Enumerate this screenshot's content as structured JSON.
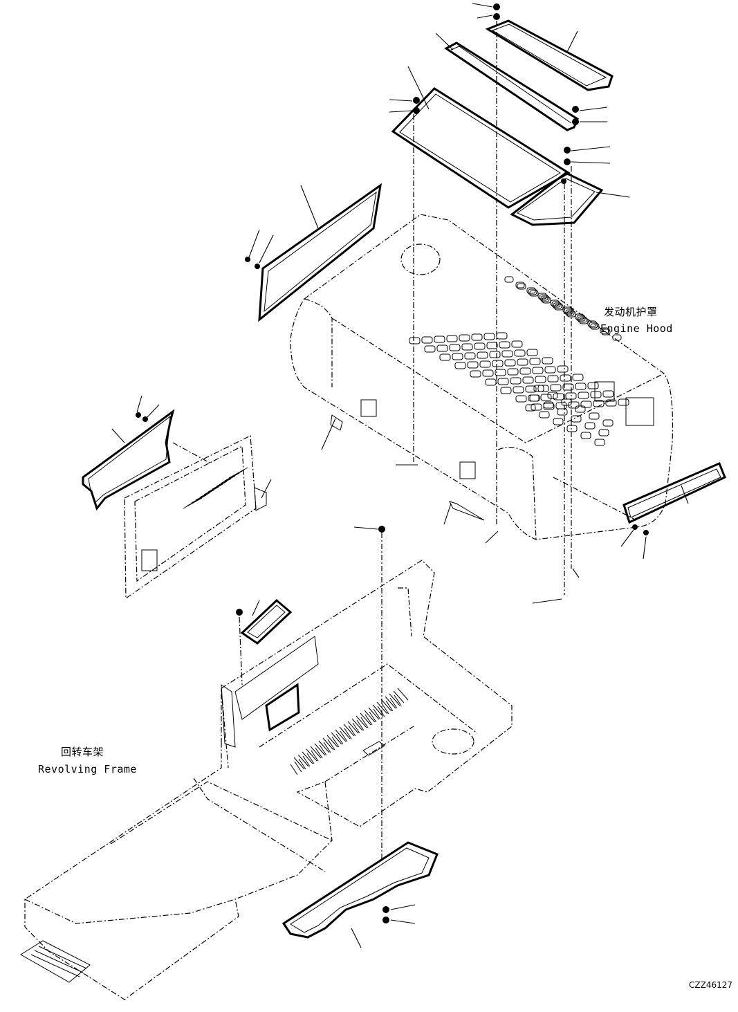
{
  "labels": {
    "engine_hood_zh": "发动机护罩",
    "engine_hood_en": "Engine Hood",
    "revolving_frame_zh": "回转车架",
    "revolving_frame_en": "Revolving Frame"
  },
  "drawing_number": "CZZ46127"
}
